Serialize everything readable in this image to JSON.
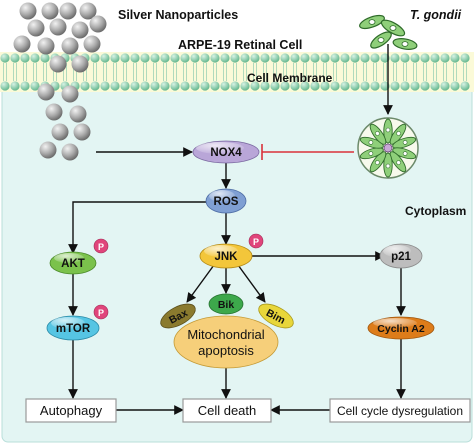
{
  "labels": {
    "silver": "Silver Nanoparticles",
    "tgondii": "T. gondii",
    "cell": "ARPE-19 Retinal Cell",
    "membrane": "Cell Membrane",
    "cytoplasm": "Cytoplasm"
  },
  "nodes": {
    "nox4": "NOX4",
    "ros": "ROS",
    "akt": "AKT",
    "jnk": "JNK",
    "p21": "p21",
    "mtor": "mTOR",
    "bax": "Bax",
    "bik": "Bik",
    "bim": "Bim",
    "cyclin": "Cyclin A2",
    "mito_line1": "Mitochondrial",
    "mito_line2": "apoptosis"
  },
  "phospho": "P",
  "outcomes": {
    "autophagy": "Autophagy",
    "death": "Cell death",
    "cycle": "Cell cycle dysregulation"
  },
  "colors": {
    "cytoplasm": "#e3f5f3",
    "membrane_head": "#7bc9a3",
    "membrane_band": "#fbfad8",
    "nox4": "#b9a6d8",
    "ros": "#7f9fd3",
    "akt": "#7bc24c",
    "jnk": "#f3c63a",
    "p21": "#bdbdbd",
    "mtor": "#56c5e3",
    "bax": "#8a7a2e",
    "bik": "#3da84b",
    "bim": "#e8d63a",
    "cyclin": "#dd7c1a",
    "mito": "#f6cf7a",
    "phospho": "#e0457b",
    "inhibit": "#d9323a",
    "nanoparticle": "#a9a9a9",
    "parasite": "#8fcf7a"
  }
}
